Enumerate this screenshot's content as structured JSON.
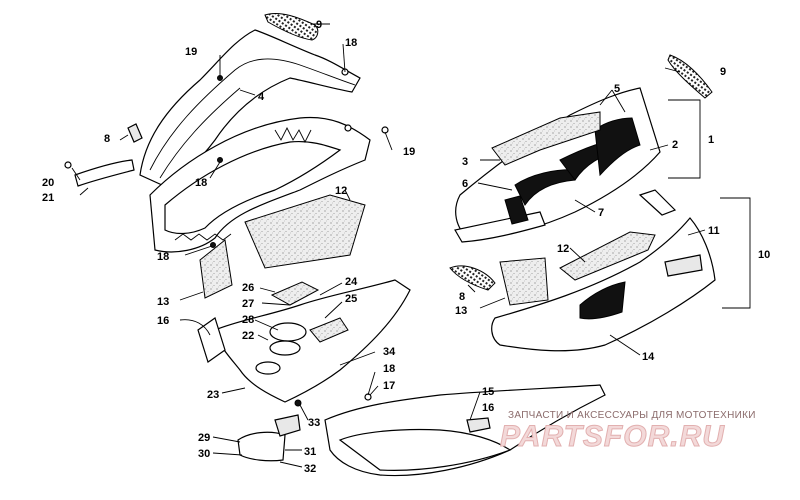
{
  "callouts": {
    "c1": "1",
    "c2": "2",
    "c3": "3",
    "c4": "4",
    "c5": "5",
    "c6": "6",
    "c7": "7",
    "c8a": "8",
    "c8b": "8",
    "c9a": "9",
    "c9b": "9",
    "c10": "10",
    "c11": "11",
    "c12a": "12",
    "c12b": "12",
    "c13a": "13",
    "c13b": "13",
    "c14": "14",
    "c15": "15",
    "c16a": "16",
    "c16b": "16",
    "c17": "17",
    "c18a": "18",
    "c18b": "18",
    "c18c": "18",
    "c18d": "18",
    "c19a": "19",
    "c19b": "19",
    "c20": "20",
    "c21": "21",
    "c22": "22",
    "c23": "23",
    "c24": "24",
    "c25": "25",
    "c26": "26",
    "c27": "27",
    "c28": "28",
    "c29": "29",
    "c30": "30",
    "c31": "31",
    "c32": "32",
    "c33": "33",
    "c34": "34"
  },
  "watermark": {
    "caption": "ЗАПЧАСТИ И АКСЕССУАРЫ ДЛЯ МОТОТЕХНИКИ",
    "logo": "PARTSFOR.RU"
  }
}
